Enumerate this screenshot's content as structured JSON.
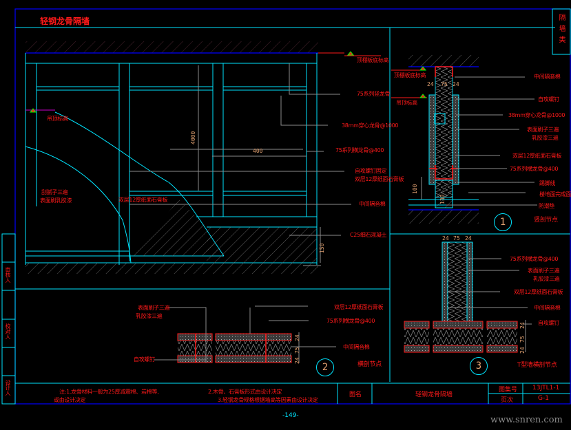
{
  "drawing": {
    "title": "轻钢龙骨隔墙",
    "category_vertical": "隔墙类",
    "page_number": "-149-",
    "watermark": "www.snren.com",
    "colors": {
      "background": "#000000",
      "frame": "#0000ff",
      "line": "#00e5ff",
      "annotation": "#ff1a1a",
      "dimension": "#e0a070",
      "leader": "#8c8c8c",
      "hatch": "#888888"
    }
  },
  "elevation": {
    "labels": {
      "ceiling_level": "顶棚板底标高",
      "floor_level": "吊顶标高",
      "stud": "75系列竖龙骨",
      "channel": "38mm穿心龙骨@1000",
      "track": "75系列横龙骨@400",
      "board_layer": "双层12厚纸面石膏板",
      "seal": "自攻螺钉固定",
      "insulation": "中间隔音棉",
      "base": "C25细石混凝土",
      "left_board": "表面刷乳胶漆",
      "left_finish": "刮腻子三遍",
      "mid_board": "双层12厚纸面石膏板"
    },
    "dims": {
      "height": "4000",
      "spacing": "400",
      "base_height": "150"
    }
  },
  "detail1": {
    "labels": {
      "top_level": "顶棚板底标高",
      "ceiling_level": "吊顶标高",
      "insulation_top": "中间隔音棉",
      "self_tap": "自攻螺钉",
      "channel": "38mm穿心龙骨@1000",
      "finish1": "表面刷子三遍",
      "finish2": "乳胶漆三遍",
      "board": "双层12厚纸面石膏板",
      "track": "75系列横龙骨@400",
      "skirting": "踢脚线",
      "floor": "楼地面完成面",
      "base": "防潮垫"
    },
    "dims": [
      "24",
      "75",
      "24",
      "100",
      "130"
    ],
    "number": "1",
    "caption": "竖剖节点"
  },
  "detail2": {
    "labels": {
      "finish1": "表面刷子三遍",
      "finish2": "乳胶漆三遍",
      "board": "双层12厚纸面石膏板",
      "track": "75系列横龙骨@400",
      "seal": "自攻螺钉",
      "insulation": "中间隔音棉"
    },
    "dims": [
      "24",
      "75",
      "24"
    ],
    "number": "2",
    "caption": "横剖节点"
  },
  "detail3": {
    "labels": {
      "track": "75系列横龙骨@400",
      "finish1": "表面刷子三遍",
      "finish2": "乳胶漆三遍",
      "board": "双层12厚纸面石膏板",
      "insulation": "中间隔音棉",
      "seal": "自攻螺钉"
    },
    "dims": [
      "24",
      "75",
      "24",
      "24",
      "75",
      "24"
    ],
    "number": "3",
    "caption": "T型墙横剖节点"
  },
  "title_block": {
    "notes": [
      "注:1.龙骨材料一般为25厚减震棉、岩棉等,",
      "或由设计决定",
      "2.木骨、石膏板形式由设计决定",
      "3.轻钢龙骨规格根据墙高等因素由设计决定"
    ],
    "name_label": "图名",
    "name_value": "轻钢龙骨隔墙",
    "code_label": "图集号",
    "code_value": "13JTL1-1",
    "page_label": "页次",
    "page_value": "G-1",
    "sign_fields": [
      "审核人",
      "校对人",
      "设计人"
    ]
  }
}
